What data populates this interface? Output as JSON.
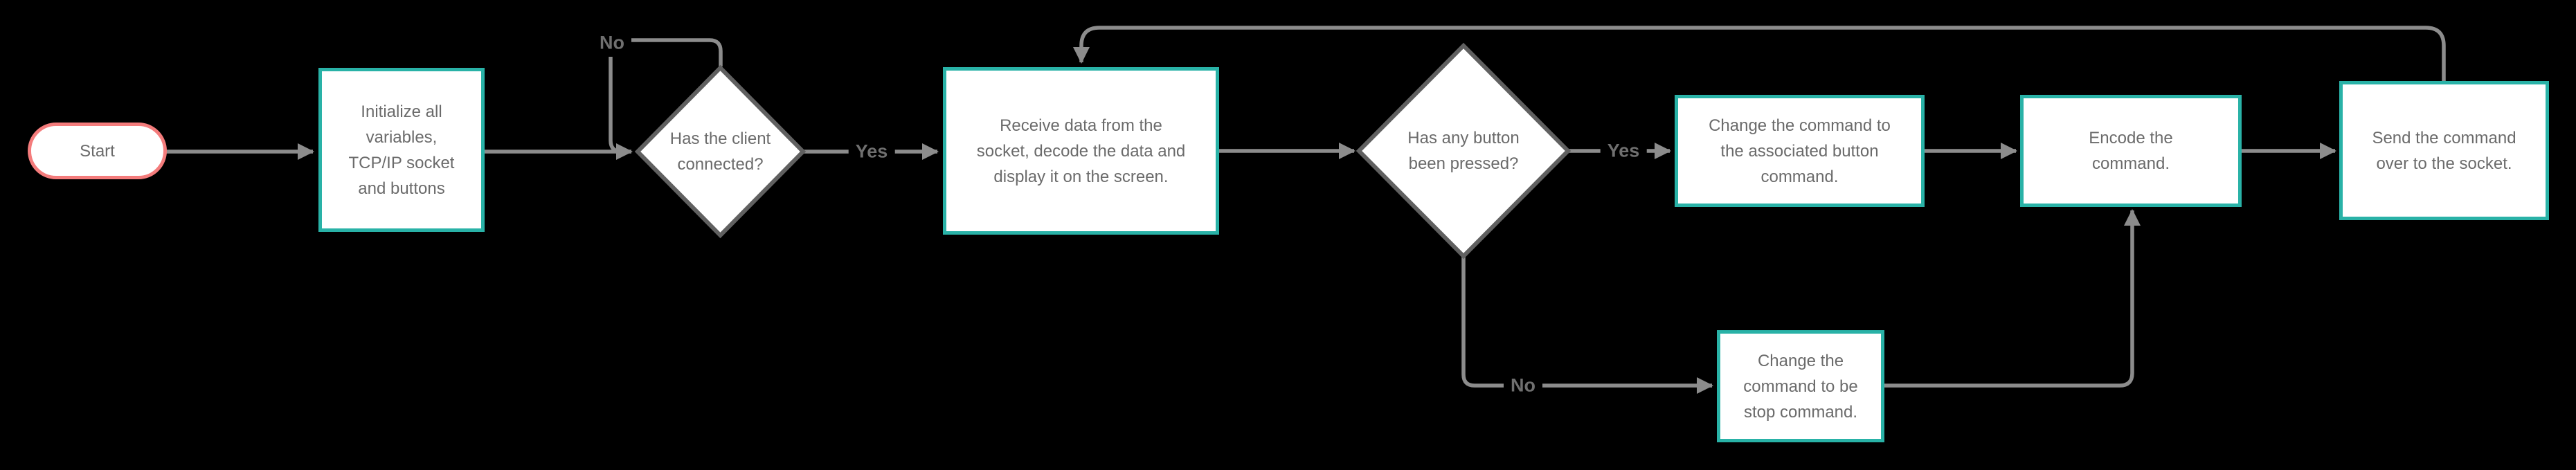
{
  "diagram_type": "flowchart",
  "colors": {
    "background": "#000000",
    "node_fill": "#ffffff",
    "process_border_teal": "#29b2a7",
    "terminator_border_coral": "#f47c7c",
    "connector_gray": "#8c8c8c",
    "decision_stroke_gray": "#606060",
    "node_text_gray": "#6b6b6b",
    "edge_label_gray": "#6f6f6f"
  },
  "nodes": {
    "start": {
      "label": "Start"
    },
    "init": {
      "label": "Initialize all\nvariables,\nTCP/IP socket\nand buttons"
    },
    "decision_client": {
      "label": "Has the client\nconnected?"
    },
    "receive": {
      "label": "Receive data from the\nsocket, decode the data and\ndisplay it on the screen."
    },
    "decision_button": {
      "label": "Has any button\nbeen pressed?"
    },
    "change_button": {
      "label": "Change the command to\nthe associated button\ncommand."
    },
    "encode": {
      "label": "Encode the\ncommand."
    },
    "send": {
      "label": "Send the command\nover to the socket."
    },
    "change_stop": {
      "label": "Change the\ncommand to be\nstop command."
    }
  },
  "edge_labels": {
    "no_client": "No",
    "yes_client": "Yes",
    "yes_button": "Yes",
    "no_button": "No"
  }
}
